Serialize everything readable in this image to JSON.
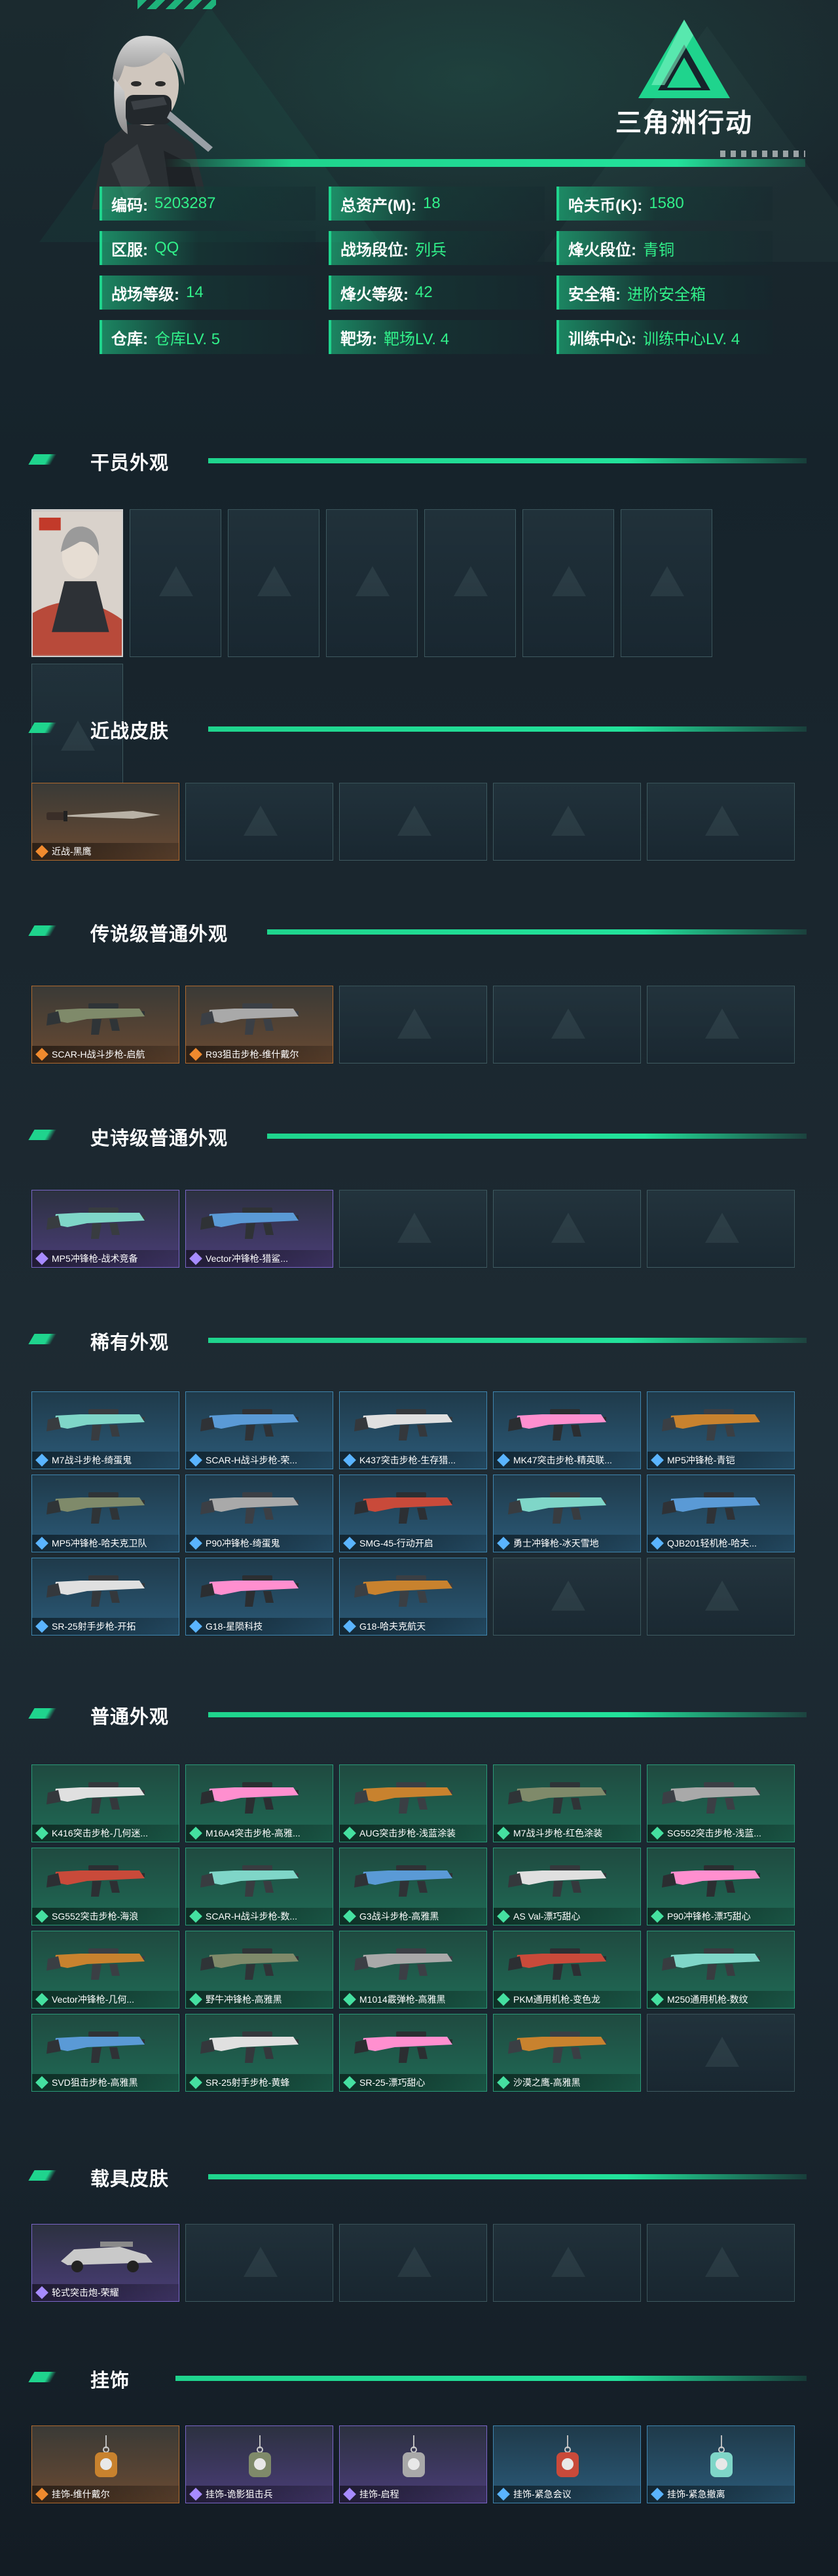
{
  "logo": {
    "text": "三角洲行动"
  },
  "profile": {
    "rows": [
      [
        {
          "key": "编码:",
          "value": "5203287"
        },
        {
          "key": "总资产(M):",
          "value": "18"
        },
        {
          "key": "哈夫币(K):",
          "value": "1580"
        }
      ],
      [
        {
          "key": "区服:",
          "value": "QQ"
        },
        {
          "key": "战场段位:",
          "value": "列兵"
        },
        {
          "key": "烽火段位:",
          "value": "青铜"
        }
      ],
      [
        {
          "key": "战场等级:",
          "value": "14"
        },
        {
          "key": "烽火等级:",
          "value": "42"
        },
        {
          "key": "安全箱:",
          "value": "进阶安全箱"
        }
      ],
      [
        {
          "key": "仓库:",
          "value": "仓库LV. 5"
        },
        {
          "key": "靶场:",
          "value": "靶场LV. 4"
        },
        {
          "key": "训练中心:",
          "value": "训练中心LV. 4"
        }
      ]
    ]
  },
  "sections": {
    "operator": {
      "title": "干员外观",
      "filled": 1,
      "slots": 8
    },
    "melee": {
      "title": "近战皮肤",
      "rarity": "gold",
      "items": [
        "近战-黑鹰"
      ],
      "slots": 5
    },
    "legendary": {
      "title": "传说级普通外观",
      "rarity": "gold",
      "items": [
        "SCAR-H战斗步枪-启航",
        "R93狙击步枪-维什戴尔"
      ],
      "slots": 5
    },
    "epic": {
      "title": "史诗级普通外观",
      "rarity": "purple",
      "items": [
        "MP5冲锋枪-战术竞备",
        "Vector冲锋枪-猎鲨..."
      ],
      "slots": 5
    },
    "rare": {
      "title": "稀有外观",
      "rarity": "blue",
      "items": [
        "M7战斗步枪-绮蛋鬼",
        "SCAR-H战斗步枪-荣...",
        "K437突击步枪-生存猎...",
        "MK47突击步枪-精英联...",
        "MP5冲锋枪-青铠",
        "MP5冲锋枪-哈夫克卫队",
        "P90冲锋枪-绮蛋鬼",
        "SMG-45-行动开启",
        "勇士冲锋枪-冰天雪地",
        "QJB201轻机枪-哈夫...",
        "SR-25射手步枪-开拓",
        "G18-星陨科技",
        "G18-哈夫克航天"
      ],
      "slots": 15
    },
    "normal": {
      "title": "普通外观",
      "rarity": "green",
      "items": [
        "K416突击步枪-几何迷...",
        "M16A4突击步枪-高雅...",
        "AUG突击步枪-浅蓝涂装",
        "M7战斗步枪-红色涂装",
        "SG552突击步枪-浅蓝...",
        "SG552突击步枪-海浪",
        "SCAR-H战斗步枪-数...",
        "G3战斗步枪-高雅黑",
        "AS Val-漂巧甜心",
        "P90冲锋枪-漂巧甜心",
        "Vector冲锋枪-几何...",
        "野牛冲锋枪-高雅黑",
        "M1014霰弹枪-高雅黑",
        "PKM通用机枪-变色龙",
        "M250通用机枪-数纹",
        "SVD狙击步枪-高雅黑",
        "SR-25射手步枪-黄蜂",
        "SR-25-漂巧甜心",
        "沙漠之鹰-高雅黑"
      ],
      "slots": 20
    },
    "vehicle": {
      "title": "载具皮肤",
      "rarity": "purple",
      "items": [
        "轮式突击炮-荣耀"
      ],
      "slots": 5
    },
    "charm": {
      "title": "挂饰",
      "items": [
        {
          "name": "挂饰-维什戴尔",
          "rarity": "gold"
        },
        {
          "name": "挂饰-诡影狙击兵",
          "rarity": "purple"
        },
        {
          "name": "挂饰-启程",
          "rarity": "purple"
        },
        {
          "name": "挂饰-紧急会议",
          "rarity": "blue"
        },
        {
          "name": "挂饰-紧急撤离",
          "rarity": "blue"
        }
      ],
      "slots": 5
    }
  },
  "colors": {
    "accent": "#1fd48d",
    "value_green": "#31f08a",
    "gold": "#f08a2e",
    "purple": "#a78bff",
    "blue": "#5ab4ff"
  }
}
